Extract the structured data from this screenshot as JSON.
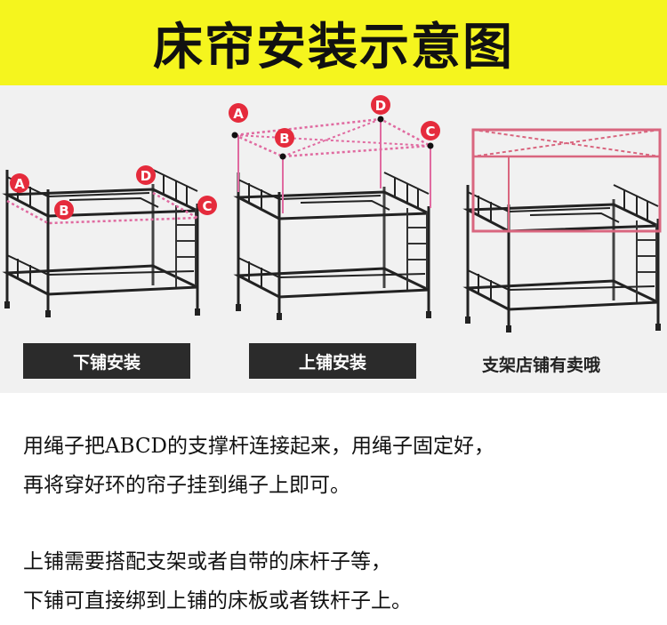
{
  "title": "床帘安装示意图",
  "markers": {
    "a": "A",
    "b": "B",
    "c": "C",
    "d": "D"
  },
  "captions": {
    "lower": "下铺安装",
    "upper": "上铺安装",
    "stand": "支架店铺有卖哦"
  },
  "colors": {
    "banner": "#f5f51e",
    "marker": "#e52b3c",
    "rope": "#e06aa0",
    "frame": "#222222",
    "button": "#2b2b2b"
  },
  "instructions": {
    "p1": [
      "用绳子把ABCD的支撑杆连接起来，用绳子固定好，",
      "再将穿好环的帘子挂到绳子上即可。"
    ],
    "p2": [
      "上铺需要搭配支架或者自带的床杆子等，",
      "下铺可直接绑到上铺的床板或者铁杆子上。"
    ]
  }
}
